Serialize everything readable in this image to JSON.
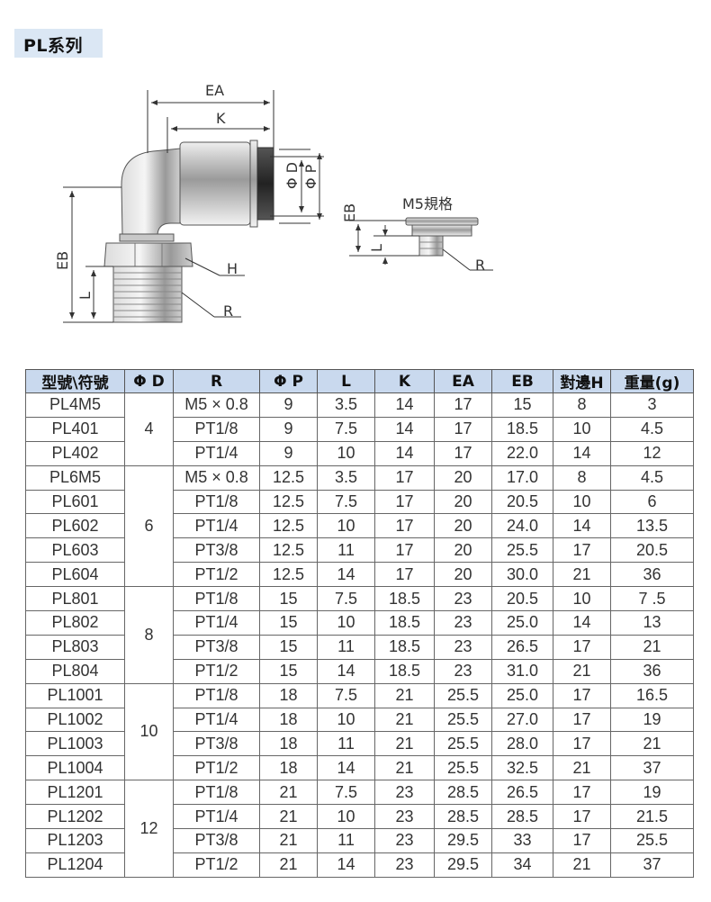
{
  "page": {
    "title": "PL系列"
  },
  "drawing": {
    "labels": {
      "ea": "EA",
      "k": "K",
      "d": "Φ D",
      "p": "Φ P",
      "eb": "EB",
      "eb_left": "EB",
      "l_left": "L",
      "h": "H",
      "r": "R",
      "m5_title": "M5規格",
      "m5_l": "L",
      "m5_r": "R"
    }
  },
  "table": {
    "headers": [
      "型號\\符號",
      "Φ D",
      "R",
      "Φ P",
      "L",
      "K",
      "EA",
      "EB",
      "對邊H",
      "重量(g)"
    ],
    "groups": [
      {
        "d": "4",
        "rows": [
          [
            "PL4M5",
            "M5 × 0.8",
            "9",
            "3.5",
            "14",
            "17",
            "15",
            "8",
            "3"
          ],
          [
            "PL401",
            "PT1/8",
            "9",
            "7.5",
            "14",
            "17",
            "18.5",
            "10",
            "4.5"
          ],
          [
            "PL402",
            "PT1/4",
            "9",
            "10",
            "14",
            "17",
            "22.0",
            "14",
            "12"
          ]
        ]
      },
      {
        "d": "6",
        "rows": [
          [
            "PL6M5",
            "M5 × 0.8",
            "12.5",
            "3.5",
            "17",
            "20",
            "17.0",
            "8",
            "4.5"
          ],
          [
            "PL601",
            "PT1/8",
            "12.5",
            "7.5",
            "17",
            "20",
            "20.5",
            "10",
            "6"
          ],
          [
            "PL602",
            "PT1/4",
            "12.5",
            "10",
            "17",
            "20",
            "24.0",
            "14",
            "13.5"
          ],
          [
            "PL603",
            "PT3/8",
            "12.5",
            "11",
            "17",
            "20",
            "25.5",
            "17",
            "20.5"
          ],
          [
            "PL604",
            "PT1/2",
            "12.5",
            "14",
            "17",
            "20",
            "30.0",
            "21",
            "36"
          ]
        ]
      },
      {
        "d": "8",
        "rows": [
          [
            "PL801",
            "PT1/8",
            "15",
            "7.5",
            "18.5",
            "23",
            "20.5",
            "10",
            "7 .5"
          ],
          [
            "PL802",
            "PT1/4",
            "15",
            "10",
            "18.5",
            "23",
            "25.0",
            "14",
            "13"
          ],
          [
            "PL803",
            "PT3/8",
            "15",
            "11",
            "18.5",
            "23",
            "26.5",
            "17",
            "21"
          ],
          [
            "PL804",
            "PT1/2",
            "15",
            "14",
            "18.5",
            "23",
            "31.0",
            "21",
            "36"
          ]
        ]
      },
      {
        "d": "10",
        "rows": [
          [
            "PL1001",
            "PT1/8",
            "18",
            "7.5",
            "21",
            "25.5",
            "25.0",
            "17",
            "16.5"
          ],
          [
            "PL1002",
            "PT1/4",
            "18",
            "10",
            "21",
            "25.5",
            "27.0",
            "17",
            "19"
          ],
          [
            "PL1003",
            "PT3/8",
            "18",
            "11",
            "21",
            "25.5",
            "28.0",
            "17",
            "21"
          ],
          [
            "PL1004",
            "PT1/2",
            "18",
            "14",
            "21",
            "25.5",
            "32.5",
            "21",
            "37"
          ]
        ]
      },
      {
        "d": "12",
        "rows": [
          [
            "PL1201",
            "PT1/8",
            "21",
            "7.5",
            "23",
            "28.5",
            "26.5",
            "17",
            "19"
          ],
          [
            "PL1202",
            "PT1/4",
            "21",
            "10",
            "23",
            "28.5",
            "28.5",
            "17",
            "21.5"
          ],
          [
            "PL1203",
            "PT3/8",
            "21",
            "11",
            "23",
            "29.5",
            "33",
            "17",
            "25.5"
          ],
          [
            "PL1204",
            "PT1/2",
            "21",
            "14",
            "23",
            "29.5",
            "34",
            "21",
            "37"
          ]
        ]
      }
    ]
  }
}
